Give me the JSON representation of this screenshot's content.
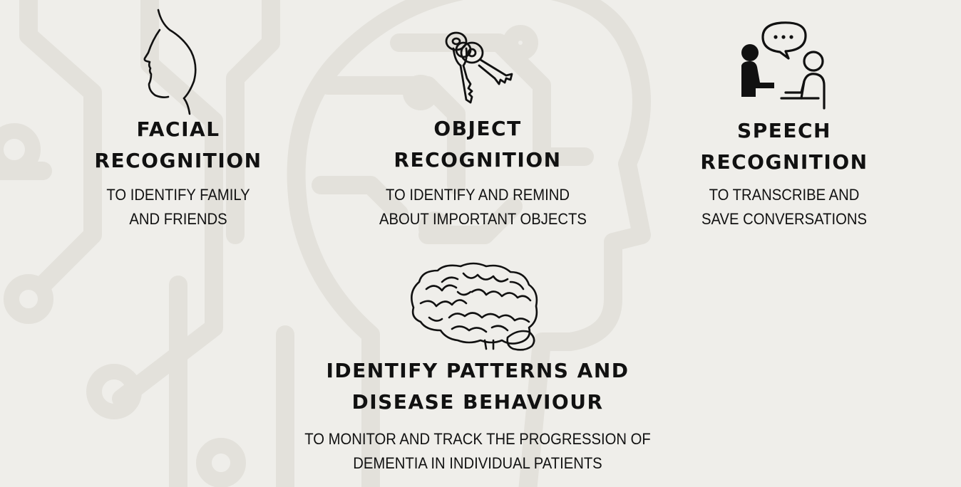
{
  "background": {
    "color": "#efeeea",
    "pattern_color": "#e2e0da",
    "pattern": "circuit-board-head-watermark"
  },
  "features": [
    {
      "icon": "face-profile-icon",
      "title_lines": [
        "FACIAL",
        "RECOGNITION"
      ],
      "desc_lines": [
        "TO IDENTIFY FAMILY",
        "AND FRIENDS"
      ]
    },
    {
      "icon": "keys-icon",
      "title_lines": [
        "OBJECT",
        "RECOGNITION"
      ],
      "desc_lines": [
        "TO IDENTIFY AND REMIND",
        "ABOUT IMPORTANT OBJECTS"
      ]
    },
    {
      "icon": "conversation-icon",
      "title_lines": [
        "SPEECH",
        "RECOGNITION"
      ],
      "desc_lines": [
        "TO TRANSCRIBE AND",
        "SAVE CONVERSATIONS"
      ]
    },
    {
      "icon": "brain-icon",
      "title_lines": [
        "IDENTIFY PATTERNS AND",
        "DISEASE BEHAVIOUR"
      ],
      "desc_lines": [
        "TO MONITOR AND TRACK THE PROGRESSION OF",
        "DEMENTIA IN INDIVIDUAL PATIENTS"
      ]
    }
  ]
}
